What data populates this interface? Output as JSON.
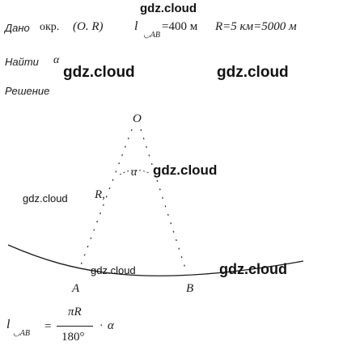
{
  "watermarks": {
    "top": "gdz.cloud",
    "row1_left": "gdz.cloud",
    "row1_right": "gdz.cloud",
    "mid_alpha": "gdz.cloud",
    "left": "gdz.cloud",
    "arc": "gdz.cloud",
    "bottom_right": "gdz.cloud"
  },
  "given": {
    "label": "Дано",
    "circle": "окр.",
    "circle_args": "(O. R)",
    "l": "l",
    "arc_sub": "◡AB",
    "l_value": "=400 м",
    "r_eq": "R=5 км=5000 м"
  },
  "find": {
    "label": "Найти",
    "target": "α"
  },
  "solution": {
    "label": "Решение"
  },
  "diagram": {
    "center": "O",
    "angle": "α",
    "radius": "R,",
    "point_a": "A",
    "point_b": "B"
  },
  "formula": {
    "l": "l",
    "arc_sub": "◡AB",
    "equals": "=",
    "numerator": "πR",
    "denominator": "180°",
    "times": "·",
    "alpha": "α"
  }
}
